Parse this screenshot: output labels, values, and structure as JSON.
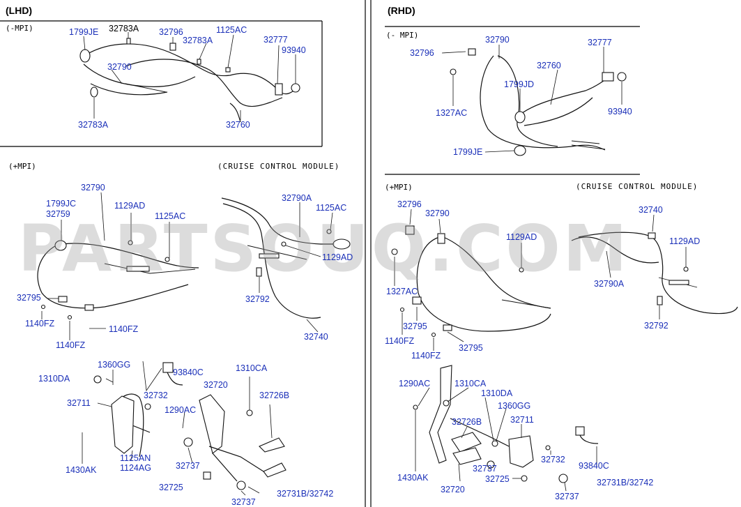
{
  "sections": {
    "lhd": "(LHD)",
    "rhd": "(RHD)"
  },
  "subsections": {
    "lhd_minus_mpi": "(-MPI)",
    "lhd_plus_mpi": "(+MPI)",
    "lhd_cruise": "(CRUISE CONTROL MODULE)",
    "rhd_minus_mpi": "(- MPI)",
    "rhd_plus_mpi": "(+MPI)",
    "rhd_cruise": "(CRUISE CONTROL MODULE)"
  },
  "watermark": "PARTSOUQ.COM",
  "labels": {
    "l1": "1799JE",
    "l2": "32783A",
    "l3": "32796",
    "l4": "32783A",
    "l5": "1125AC",
    "l6": "32777",
    "l7": "93940",
    "l8": "32790",
    "l9": "32783A",
    "l10": "32760",
    "l11": "32790",
    "l12": "1799JC",
    "l13": "32759",
    "l14": "1129AD",
    "l15": "1125AC",
    "l16": "32795",
    "l17": "1140FZ",
    "l18": "1140FZ",
    "l19": "1140FZ",
    "l20": "32790A",
    "l21": "1125AC",
    "l22": "1129AD",
    "l23": "32792",
    "l24": "32740",
    "l25": "1310DA",
    "l26": "1360GG",
    "l27": "93840C",
    "l28": "1310CA",
    "l29": "32711",
    "l30": "32732",
    "l31": "32720",
    "l32": "32726B",
    "l33": "1290AC",
    "l34": "1430AK",
    "l35": "1125AN",
    "l36": "1124AG",
    "l37": "32737",
    "l38": "32725",
    "l39": "32737",
    "l40": "32731B/32742",
    "r1": "32790",
    "r2": "32796",
    "r3": "32777",
    "r4": "32760",
    "r5": "1799JD",
    "r6": "1327AC",
    "r7": "93940",
    "r8": "1799JE",
    "r9": "32796",
    "r10": "32790",
    "r11": "32740",
    "r12": "1129AD",
    "r13": "1129AD",
    "r14": "1327AC",
    "r15": "32790A",
    "r16": "32795",
    "r17": "32792",
    "r18": "1140FZ",
    "r19": "32795",
    "r20": "1140FZ",
    "r21": "1290AC",
    "r22": "1310CA",
    "r23": "1310DA",
    "r24": "1360GG",
    "r25": "32726B",
    "r26": "32711",
    "r27": "32737",
    "r28": "32732",
    "r29": "1430AK",
    "r30": "32720",
    "r31": "32725",
    "r32": "93840C",
    "r33": "32737",
    "r34": "32731B/32742"
  }
}
